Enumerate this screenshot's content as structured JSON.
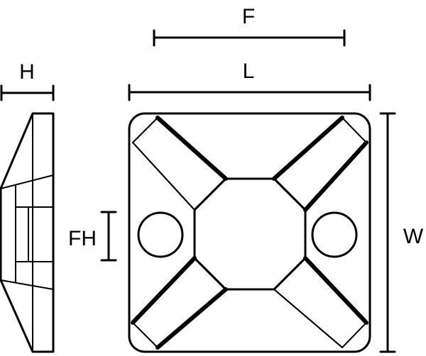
{
  "dimensions": {
    "F": "F",
    "L": "L",
    "H": "H",
    "W": "W",
    "FH": "FH"
  },
  "colors": {
    "line": "#000000",
    "background": "#ffffff"
  }
}
